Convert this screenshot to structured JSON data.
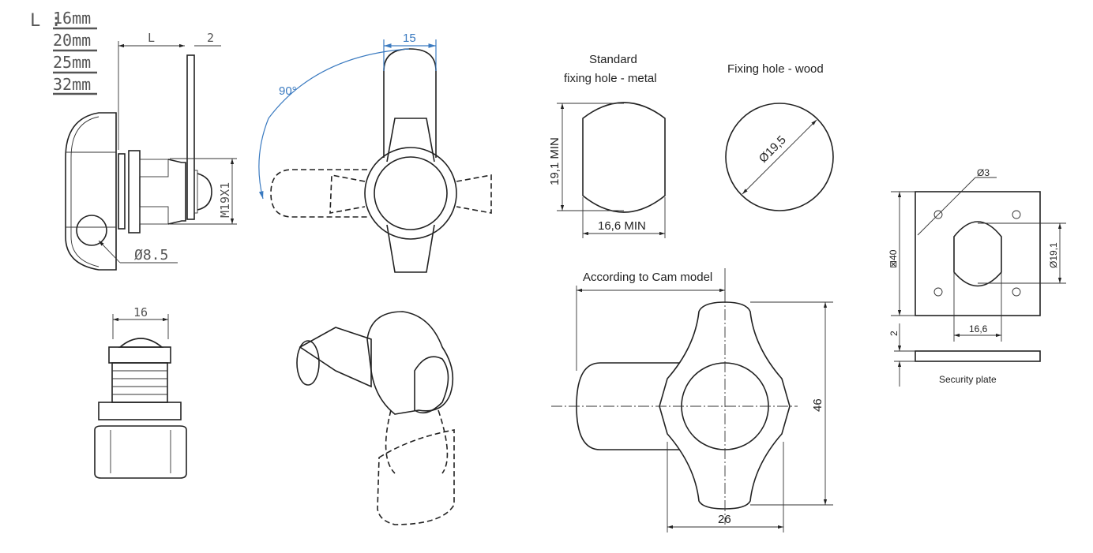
{
  "length_options": {
    "prefix": "L :",
    "values": [
      "16mm",
      "20mm",
      "25mm",
      "32mm"
    ]
  },
  "side_view": {
    "length_label": "L",
    "plate_thickness": "2",
    "thread": "M19X1",
    "key_hole": "Ø8.5"
  },
  "front_view": {
    "width": "16"
  },
  "rotation_view": {
    "cam_width": "15",
    "angle": "90°"
  },
  "fixing_hole_metal": {
    "title_line1": "Standard",
    "title_line2": "fixing hole - metal",
    "height": "19,1 MIN",
    "width": "16,6 MIN"
  },
  "fixing_hole_wood": {
    "title": "Fixing hole - wood",
    "diameter": "Ø19,5"
  },
  "cam_view": {
    "cam_label": "According to Cam model",
    "height": "46",
    "width": "26"
  },
  "security_plate": {
    "hole_dia": "Ø3",
    "size": "⊠40",
    "slot_height": "Ø19,1",
    "slot_width": "16,6",
    "thickness": "2",
    "caption": "Security plate"
  },
  "colors": {
    "dimension_blue": "#3a7ac0",
    "line": "#222222"
  }
}
